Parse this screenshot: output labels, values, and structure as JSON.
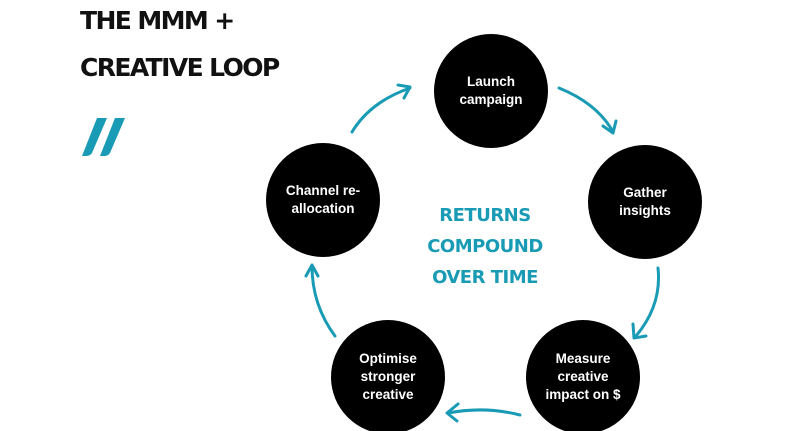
{
  "title": {
    "line1": "THE MMM +",
    "line2": "CREATIVE LOOP"
  },
  "colors": {
    "accent": "#1a9bb5",
    "node_fill": "#000000",
    "title_text": "#111111",
    "background": "#ffffff"
  },
  "decoration": {
    "icon": "double-slash-icon"
  },
  "center": {
    "lines": [
      "RETURNS",
      "COMPOUND",
      "OVER TIME"
    ]
  },
  "nodes": [
    {
      "id": "launch",
      "lines": [
        "Launch",
        "campaign"
      ]
    },
    {
      "id": "gather",
      "lines": [
        "Gather",
        "insights"
      ]
    },
    {
      "id": "measure",
      "lines": [
        "Measure",
        "creative",
        "impact on $"
      ]
    },
    {
      "id": "optimise",
      "lines": [
        "Optimise",
        "stronger",
        "creative"
      ]
    },
    {
      "id": "reallocate",
      "lines": [
        "Channel re-",
        "allocation"
      ]
    }
  ],
  "edges": [
    {
      "from": "launch",
      "to": "gather"
    },
    {
      "from": "gather",
      "to": "measure"
    },
    {
      "from": "measure",
      "to": "optimise"
    },
    {
      "from": "optimise",
      "to": "reallocate"
    },
    {
      "from": "reallocate",
      "to": "launch"
    }
  ]
}
